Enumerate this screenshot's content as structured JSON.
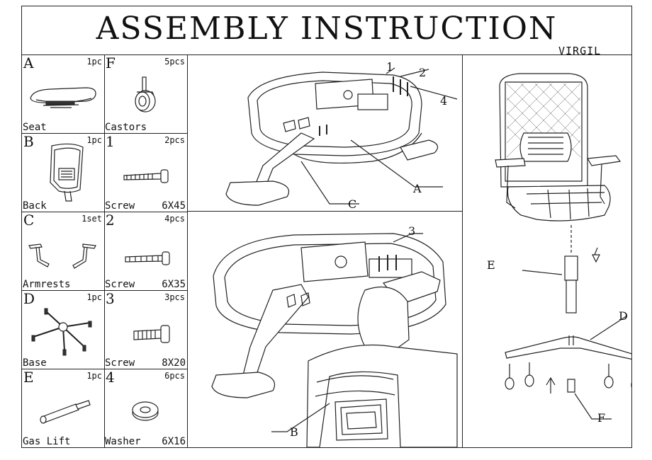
{
  "header": {
    "title": "ASSEMBLY INSTRUCTION",
    "brand": "VIRGIL"
  },
  "parts": [
    {
      "letter": "A",
      "qty": "1pc",
      "name": "Seat",
      "size": ""
    },
    {
      "letter": "F",
      "qty": "5pcs",
      "name": "Castors",
      "size": ""
    },
    {
      "letter": "B",
      "qty": "1pc",
      "name": "Back",
      "size": ""
    },
    {
      "letter": "1",
      "qty": "2pcs",
      "name": "Screw",
      "size": "6X45"
    },
    {
      "letter": "C",
      "qty": "1set",
      "name": "Armrests",
      "size": ""
    },
    {
      "letter": "2",
      "qty": "4pcs",
      "name": "Screw",
      "size": "6X35"
    },
    {
      "letter": "D",
      "qty": "1pc",
      "name": "Base",
      "size": ""
    },
    {
      "letter": "3",
      "qty": "3pcs",
      "name": "Screw",
      "size": "8X20"
    },
    {
      "letter": "E",
      "qty": "1pc",
      "name": "Gas Lift",
      "size": ""
    },
    {
      "letter": "4",
      "qty": "6pcs",
      "name": "Washer",
      "size": "6X16"
    }
  ],
  "step1": {
    "callouts": [
      "1",
      "2",
      "4",
      "A",
      "C"
    ]
  },
  "step2": {
    "callouts": [
      "3",
      "B"
    ]
  },
  "step3": {
    "callouts": [
      "E",
      "D",
      "F"
    ]
  }
}
